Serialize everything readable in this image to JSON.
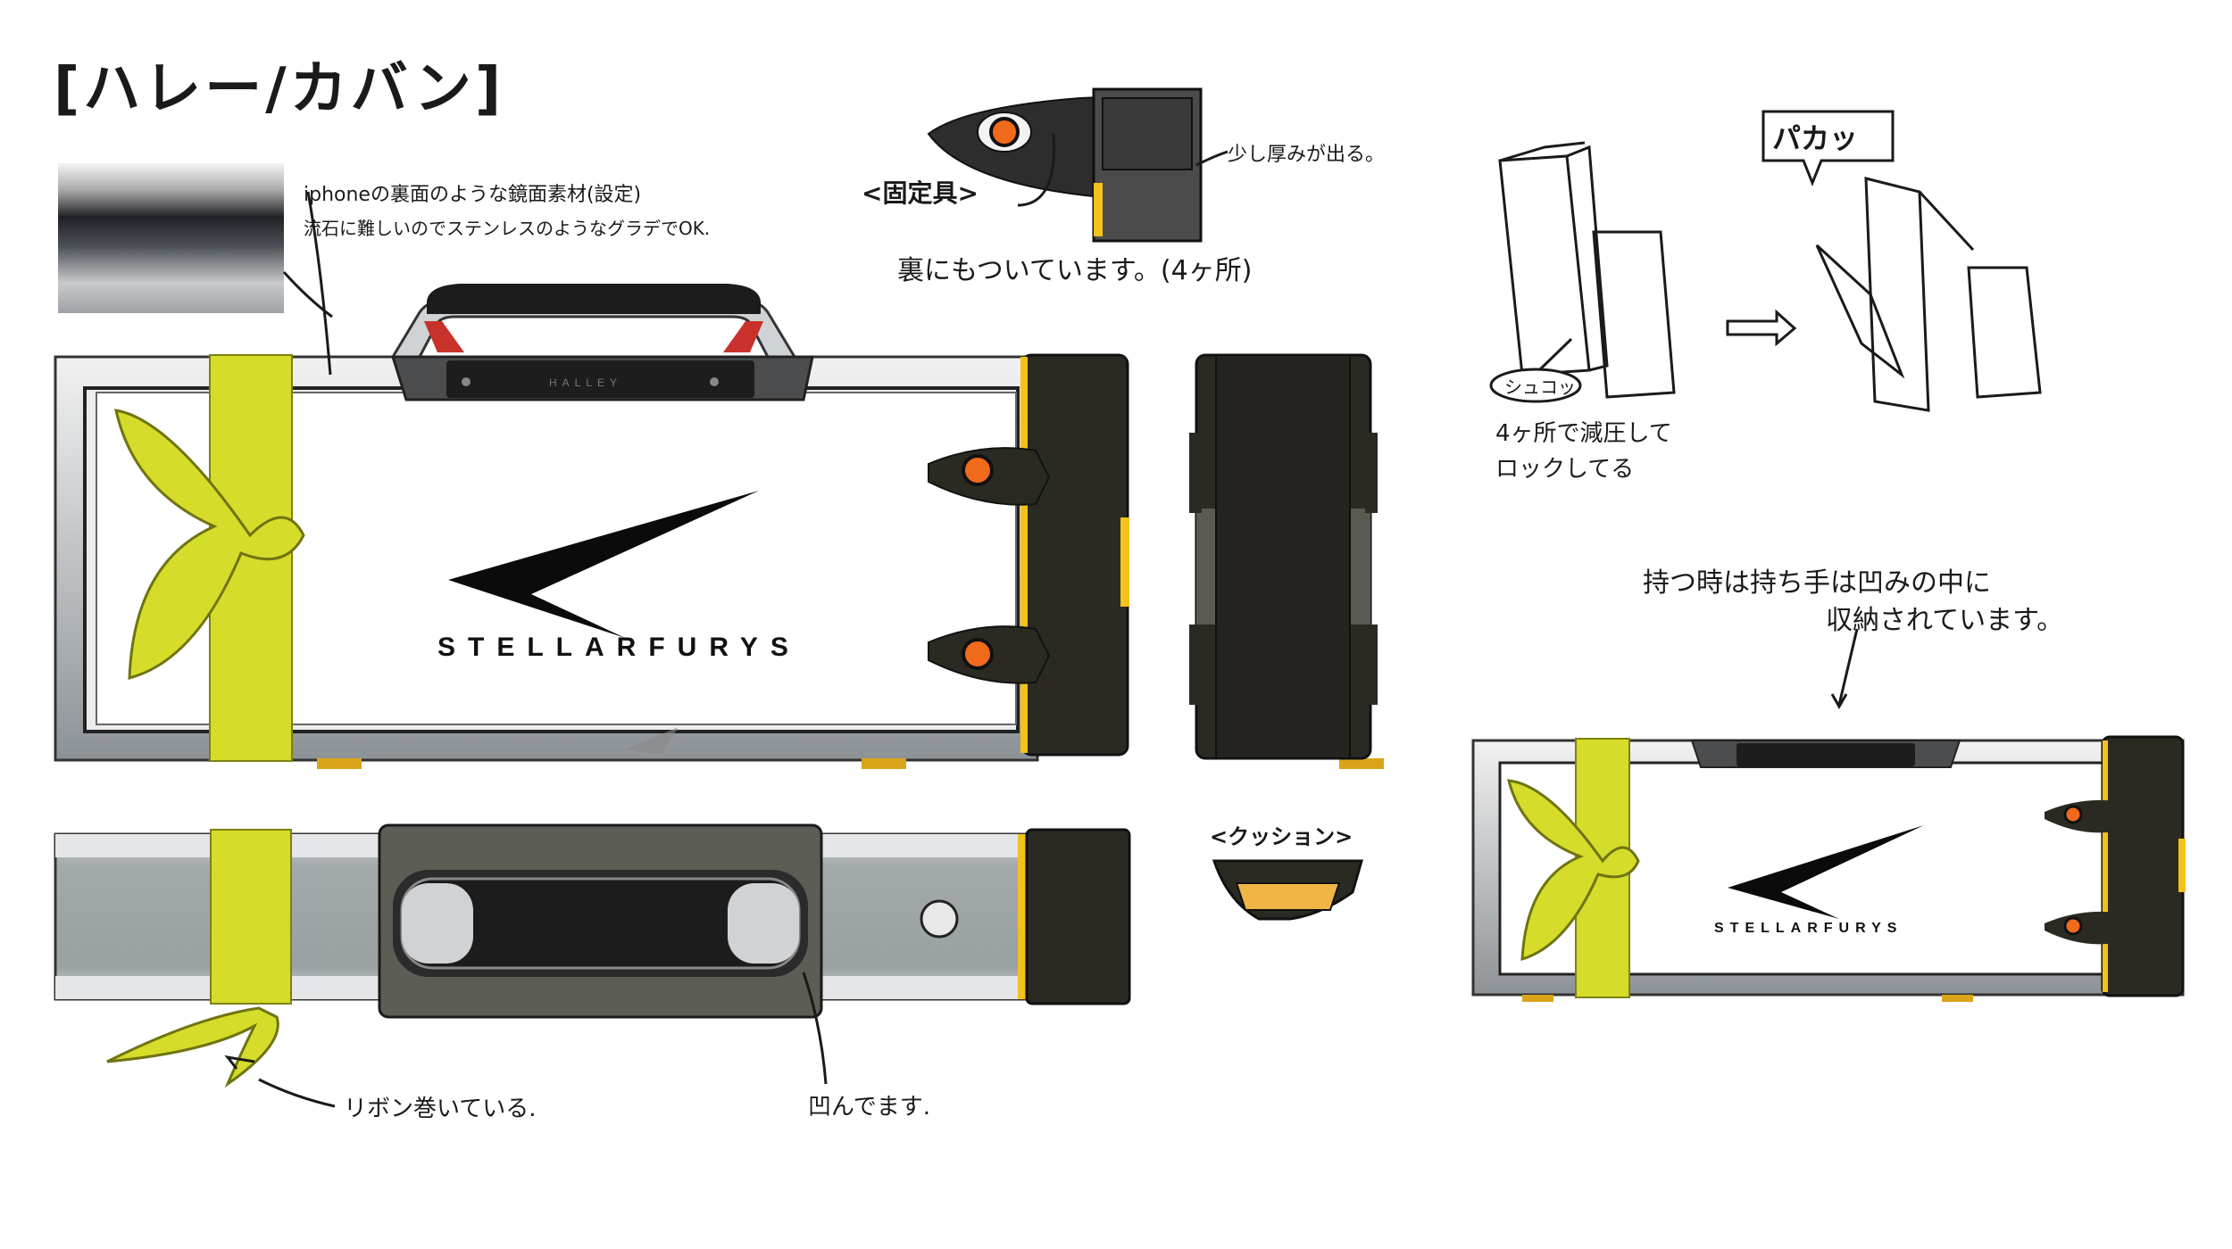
{
  "title": "[ハレー/カバン]",
  "brand": "STELLARFURYS",
  "handle_engraving": "HALLEY",
  "notes": {
    "material_line1": "iphoneの裏面のような鏡面素材(設定)",
    "material_line2": "流石に難しいのでステンレスのようなグラデでOK.",
    "fastener_label": "<固定具>",
    "fastener_protrude": "少し厚みが出る。",
    "fastener_back": "裏にもついています。(4ヶ所)",
    "open_sfx": "パカッ",
    "shucho": "シュコッ",
    "depress_line1": "4ヶ所で減圧して",
    "depress_line2": "ロックしてる",
    "handle_line1": "持つ時は持ち手は凹みの中に",
    "handle_line2": "収納されています。",
    "cushion": "<クッション>",
    "ribbon": "リボン巻いている.",
    "recessed": "凹んでます."
  },
  "colors": {
    "ribbon": "#d6dc2a",
    "dark_body": "#2b2a22",
    "accent_yellow": "#f2c21a",
    "red": "#c8322a",
    "orange_eye": "#f06a1c",
    "steel": "#a3a9ab"
  }
}
